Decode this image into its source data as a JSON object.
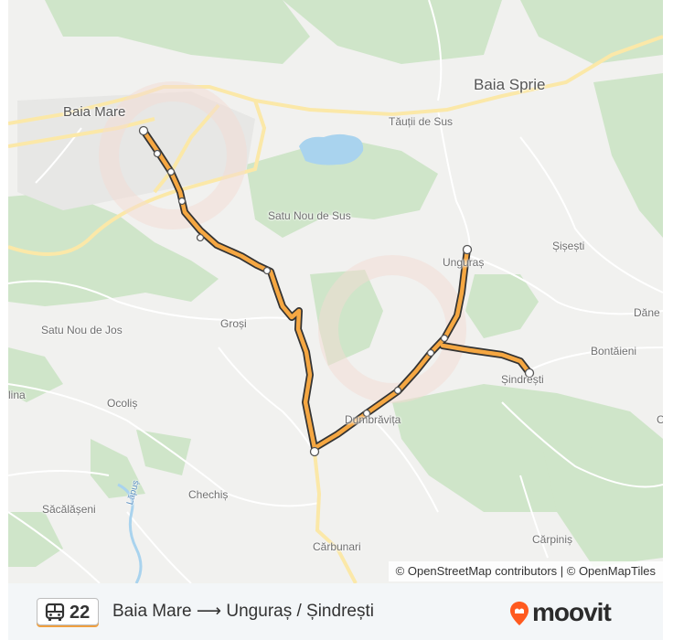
{
  "map": {
    "places": {
      "baia_mare": "Baia Mare",
      "baia_sprie": "Baia Sprie",
      "tautii_de_sus": "Tăuții de Sus",
      "satu_nou_de_sus": "Satu Nou de Sus",
      "sisesti": "Șișești",
      "unguras": "Unguraș",
      "dane": "Dăne",
      "bontaieni": "Bontăieni",
      "satu_nou_de_jos": "Satu Nou de Jos",
      "grosi": "Groși",
      "sindresti": "Șindrești",
      "lina": "lina",
      "ocolis": "Ocoliș",
      "dumbravita": "Dumbrăvița",
      "chechis": "Chechiș",
      "sacalaseni": "Săcălășeni",
      "lapus": "Lăpuș",
      "carbunari": "Cărbunari",
      "carpinis": "Cărpiniș",
      "edge_c": "C"
    },
    "attribution": "© OpenStreetMap contributors | © OpenMapTiles",
    "route_color": "#f5a742",
    "route_outline": "#333333"
  },
  "footer": {
    "bus_icon": "bus-icon",
    "route_number": "22",
    "route_description": "Baia Mare ⟶ Unguraș / Șindrești",
    "brand": "moovit",
    "brand_color": "#ff5a1f"
  }
}
